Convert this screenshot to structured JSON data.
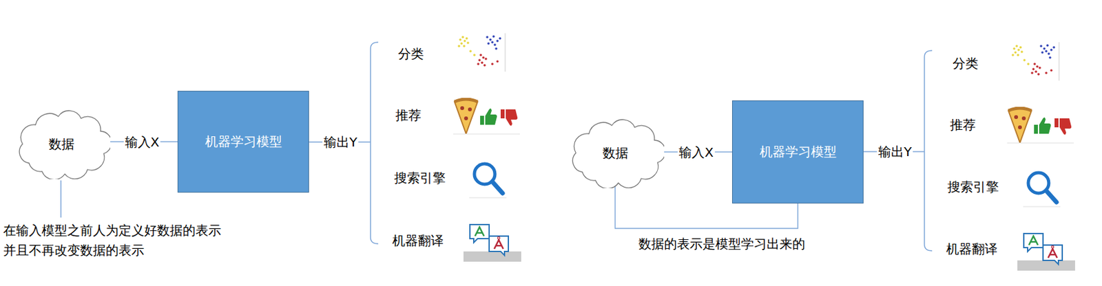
{
  "diagram": {
    "nodes": [
      {
        "text": [
          "数据"
        ]
      },
      {
        "text": [
          "机器学习模型"
        ]
      },
      {
        "text": [
          "数据"
        ]
      },
      {
        "text": [
          "机器学习模型"
        ]
      }
    ],
    "edges": [
      {
        "from": 0,
        "to": 1,
        "label": "输入X",
        "arrow": "none"
      },
      {
        "from": 2,
        "to": 3,
        "label": "输入X",
        "arrow": "none"
      },
      {
        "from": 2,
        "to": 3,
        "arrow": "none"
      }
    ],
    "labels": [
      "输出Y",
      "分类",
      "推荐",
      "搜索引擎",
      "机器翻译",
      "在输入模型之前人为定义好数据的表示",
      "并且不再改变数据的表示",
      "输出Y",
      "分类",
      "推荐",
      "搜索引擎",
      "机器翻译",
      "数据的表示是模型学习出来的"
    ]
  }
}
